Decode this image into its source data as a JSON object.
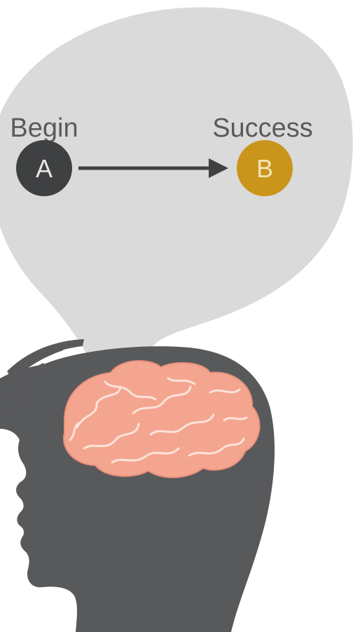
{
  "nodes": [
    {
      "letter": "A",
      "label": "Begin",
      "fill": "#3f4042",
      "text_color": "#e6e6e6"
    },
    {
      "letter": "B",
      "label": "Success",
      "fill": "#c9951a",
      "text_color": "#f3e3b5"
    }
  ],
  "colors": {
    "bubble": "#dadada",
    "head": "#58595b",
    "brain": "#f4a58f",
    "brain_outline": "#fbe3da",
    "arrow": "#3f4042"
  },
  "icons": [
    "child-head-silhouette",
    "brain-icon",
    "thought-bubble"
  ]
}
